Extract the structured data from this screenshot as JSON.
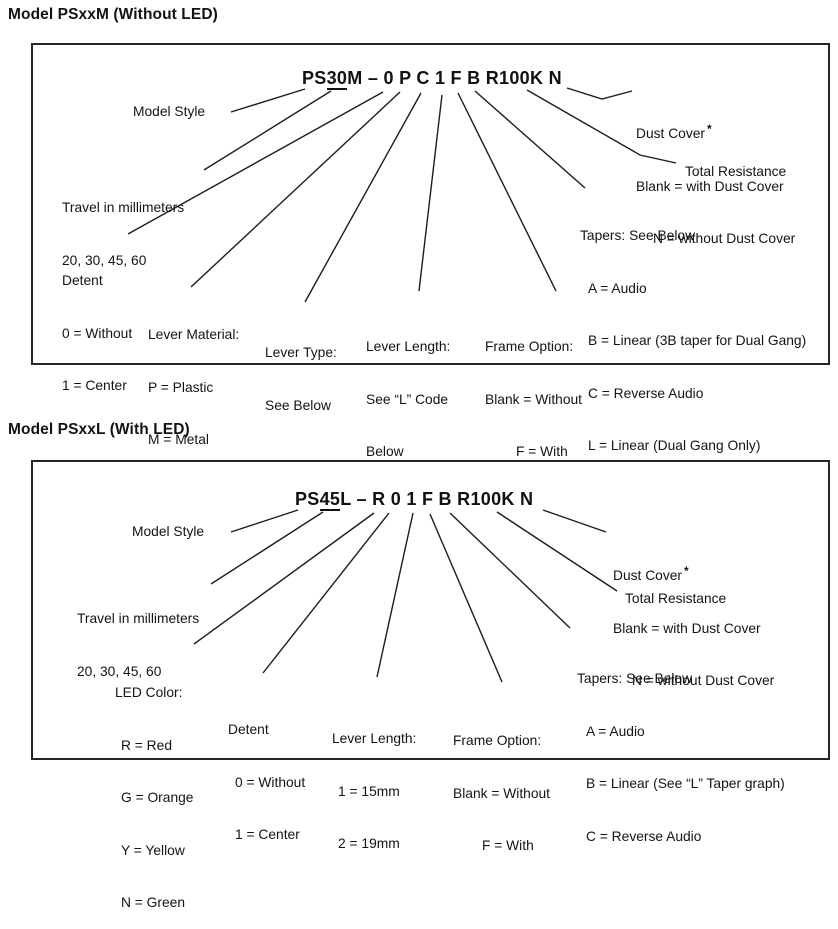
{
  "diagram1": {
    "title": "Model PSxxM (Without LED)",
    "part_number": {
      "prefix": "PS",
      "travel_code": "30",
      "suffix": "M – 0 P C 1 F B R100K N"
    },
    "labels": {
      "model_style": "Model Style",
      "travel": [
        "Travel in millimeters",
        "20, 30, 45, 60"
      ],
      "detent": [
        "Detent",
        "0 = Without",
        "1 = Center"
      ],
      "lever_material": [
        "Lever Material:",
        "P = Plastic",
        "M = Metal"
      ],
      "lever_type": [
        "Lever Type:",
        "See Below"
      ],
      "lever_length": [
        "Lever Length:",
        "See “L” Code",
        "Below"
      ],
      "frame_option": [
        "Frame Option:",
        "Blank = Without",
        "F = With"
      ],
      "dust_cover": {
        "title": "Dust Cover",
        "star": "*",
        "options": [
          "Blank = with Dust Cover",
          "N = without Dust Cover"
        ]
      },
      "total_resistance": "Total Resistance",
      "tapers": [
        "Tapers: See Below",
        "A = Audio",
        "B = Linear (3B taper for Dual Gang)",
        "C = Reverse Audio",
        "L = Linear (Dual Gang Only)"
      ]
    }
  },
  "diagram2": {
    "title": "Model PSxxL (With LED)",
    "part_number": {
      "prefix": "PS",
      "travel_code": "45",
      "suffix": "L – R 0 1 F B R100K N"
    },
    "labels": {
      "model_style": "Model Style",
      "travel": [
        "Travel in millimeters",
        "20, 30, 45, 60"
      ],
      "led_color": [
        "LED Color:",
        "R = Red",
        "G = Orange",
        "Y = Yellow",
        "N = Green"
      ],
      "detent": [
        "Detent",
        "0 = Without",
        "1 = Center"
      ],
      "lever_length": [
        "Lever Length:",
        "1 = 15mm",
        "2 = 19mm"
      ],
      "frame_option": [
        "Frame Option:",
        "Blank = Without",
        "F = With"
      ],
      "dust_cover": {
        "title": "Dust Cover",
        "star": "*",
        "options": [
          "Blank = with Dust Cover",
          "N = without Dust Cover"
        ]
      },
      "total_resistance": "Total Resistance",
      "tapers": [
        "Tapers: See Below",
        "A = Audio",
        "B = Linear (See “L” Taper graph)",
        "C = Reverse Audio"
      ]
    }
  }
}
